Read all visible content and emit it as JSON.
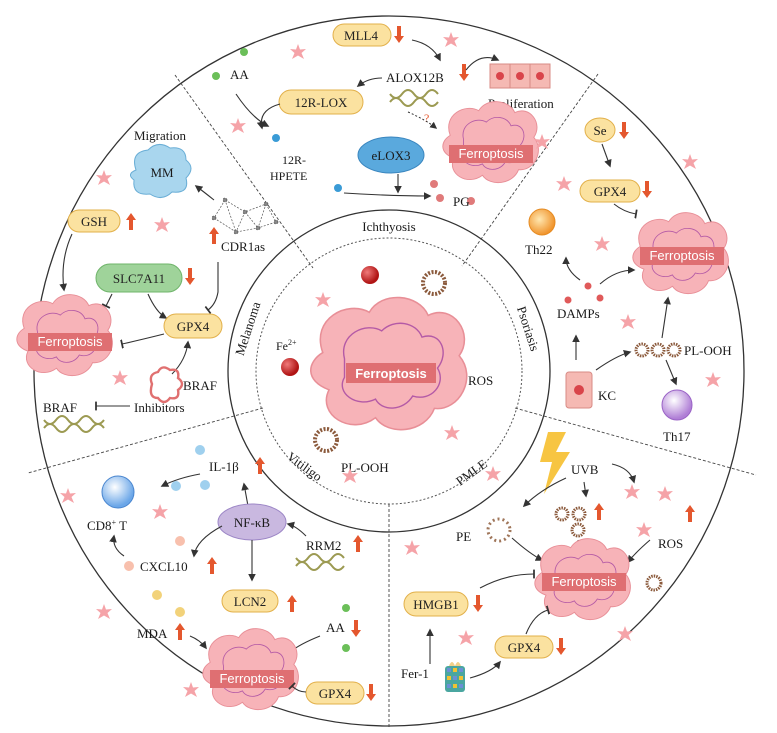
{
  "center": {
    "ferroptosis": "Ferroptosis",
    "iron": "Fe",
    "iron_charge": "2+",
    "ros": "ROS",
    "plooh": "PL-OOH"
  },
  "ring": {
    "ichthyosis": "Ichthyosis",
    "psoriasis": "Psoriasis",
    "pmle": "PMLE",
    "vitiligo": "Vitiligo",
    "melanoma": "Melanoma"
  },
  "ichthyosis": {
    "mll4": "MLL4",
    "aa": "AA",
    "alox12b": "ALOX12B",
    "proliferation": "Proliferation",
    "r12lox": "12R-LOX",
    "question": "?",
    "elox3": "eLOX3",
    "hpete_1": "12R-",
    "hpete_2": "HPETE",
    "ferroptosis": "Ferroptosis",
    "pg": "PG"
  },
  "psoriasis": {
    "se": "Se",
    "gpx4": "GPX4",
    "ferroptosis": "Ferroptosis",
    "th22": "Th22",
    "damps": "DAMPs",
    "plooh": "PL-OOH",
    "kc": "KC",
    "th17": "Th17"
  },
  "pmle": {
    "uvb": "UVB",
    "pe": "PE",
    "ros": "ROS",
    "ferroptosis": "Ferroptosis",
    "hmgb1": "HMGB1",
    "gpx4": "GPX4",
    "fer1": "Fer-1"
  },
  "vitiligo": {
    "il1b": "IL-1β",
    "cd8_main": "CD8",
    "cd8_sup": "+",
    "cd8_t": " T",
    "nfkb": "NF-κB",
    "rrm2": "RRM2",
    "cxcl10": "CXCL10",
    "lcn2": "LCN2",
    "mda": "MDA",
    "aa": "AA",
    "ferroptosis": "Ferroptosis",
    "gpx4": "GPX4"
  },
  "melanoma": {
    "migration": "Migration",
    "mm": "MM",
    "gsh": "GSH",
    "cdr1as": "CDR1as",
    "slc7a11": "SLC7A11",
    "gpx4": "GPX4",
    "ferroptosis": "Ferroptosis",
    "braf_inh_1": "BRAF",
    "braf_inh_2": "Inhibitors",
    "braf": "BRAF"
  },
  "colors": {
    "pill_fill": "#fbe2a0",
    "pill_stroke": "#e2b04a",
    "slc_fill": "#9fd39a",
    "nfkb_fill": "#c9b8e0",
    "elox_fill": "#5aa9dd",
    "cell_fill": "#f7b3b8",
    "cell_inner": "#e9a2c9",
    "ferro_band": "#df6f72",
    "up_arrow": "#e4572e",
    "star": "#f5a3a8"
  }
}
